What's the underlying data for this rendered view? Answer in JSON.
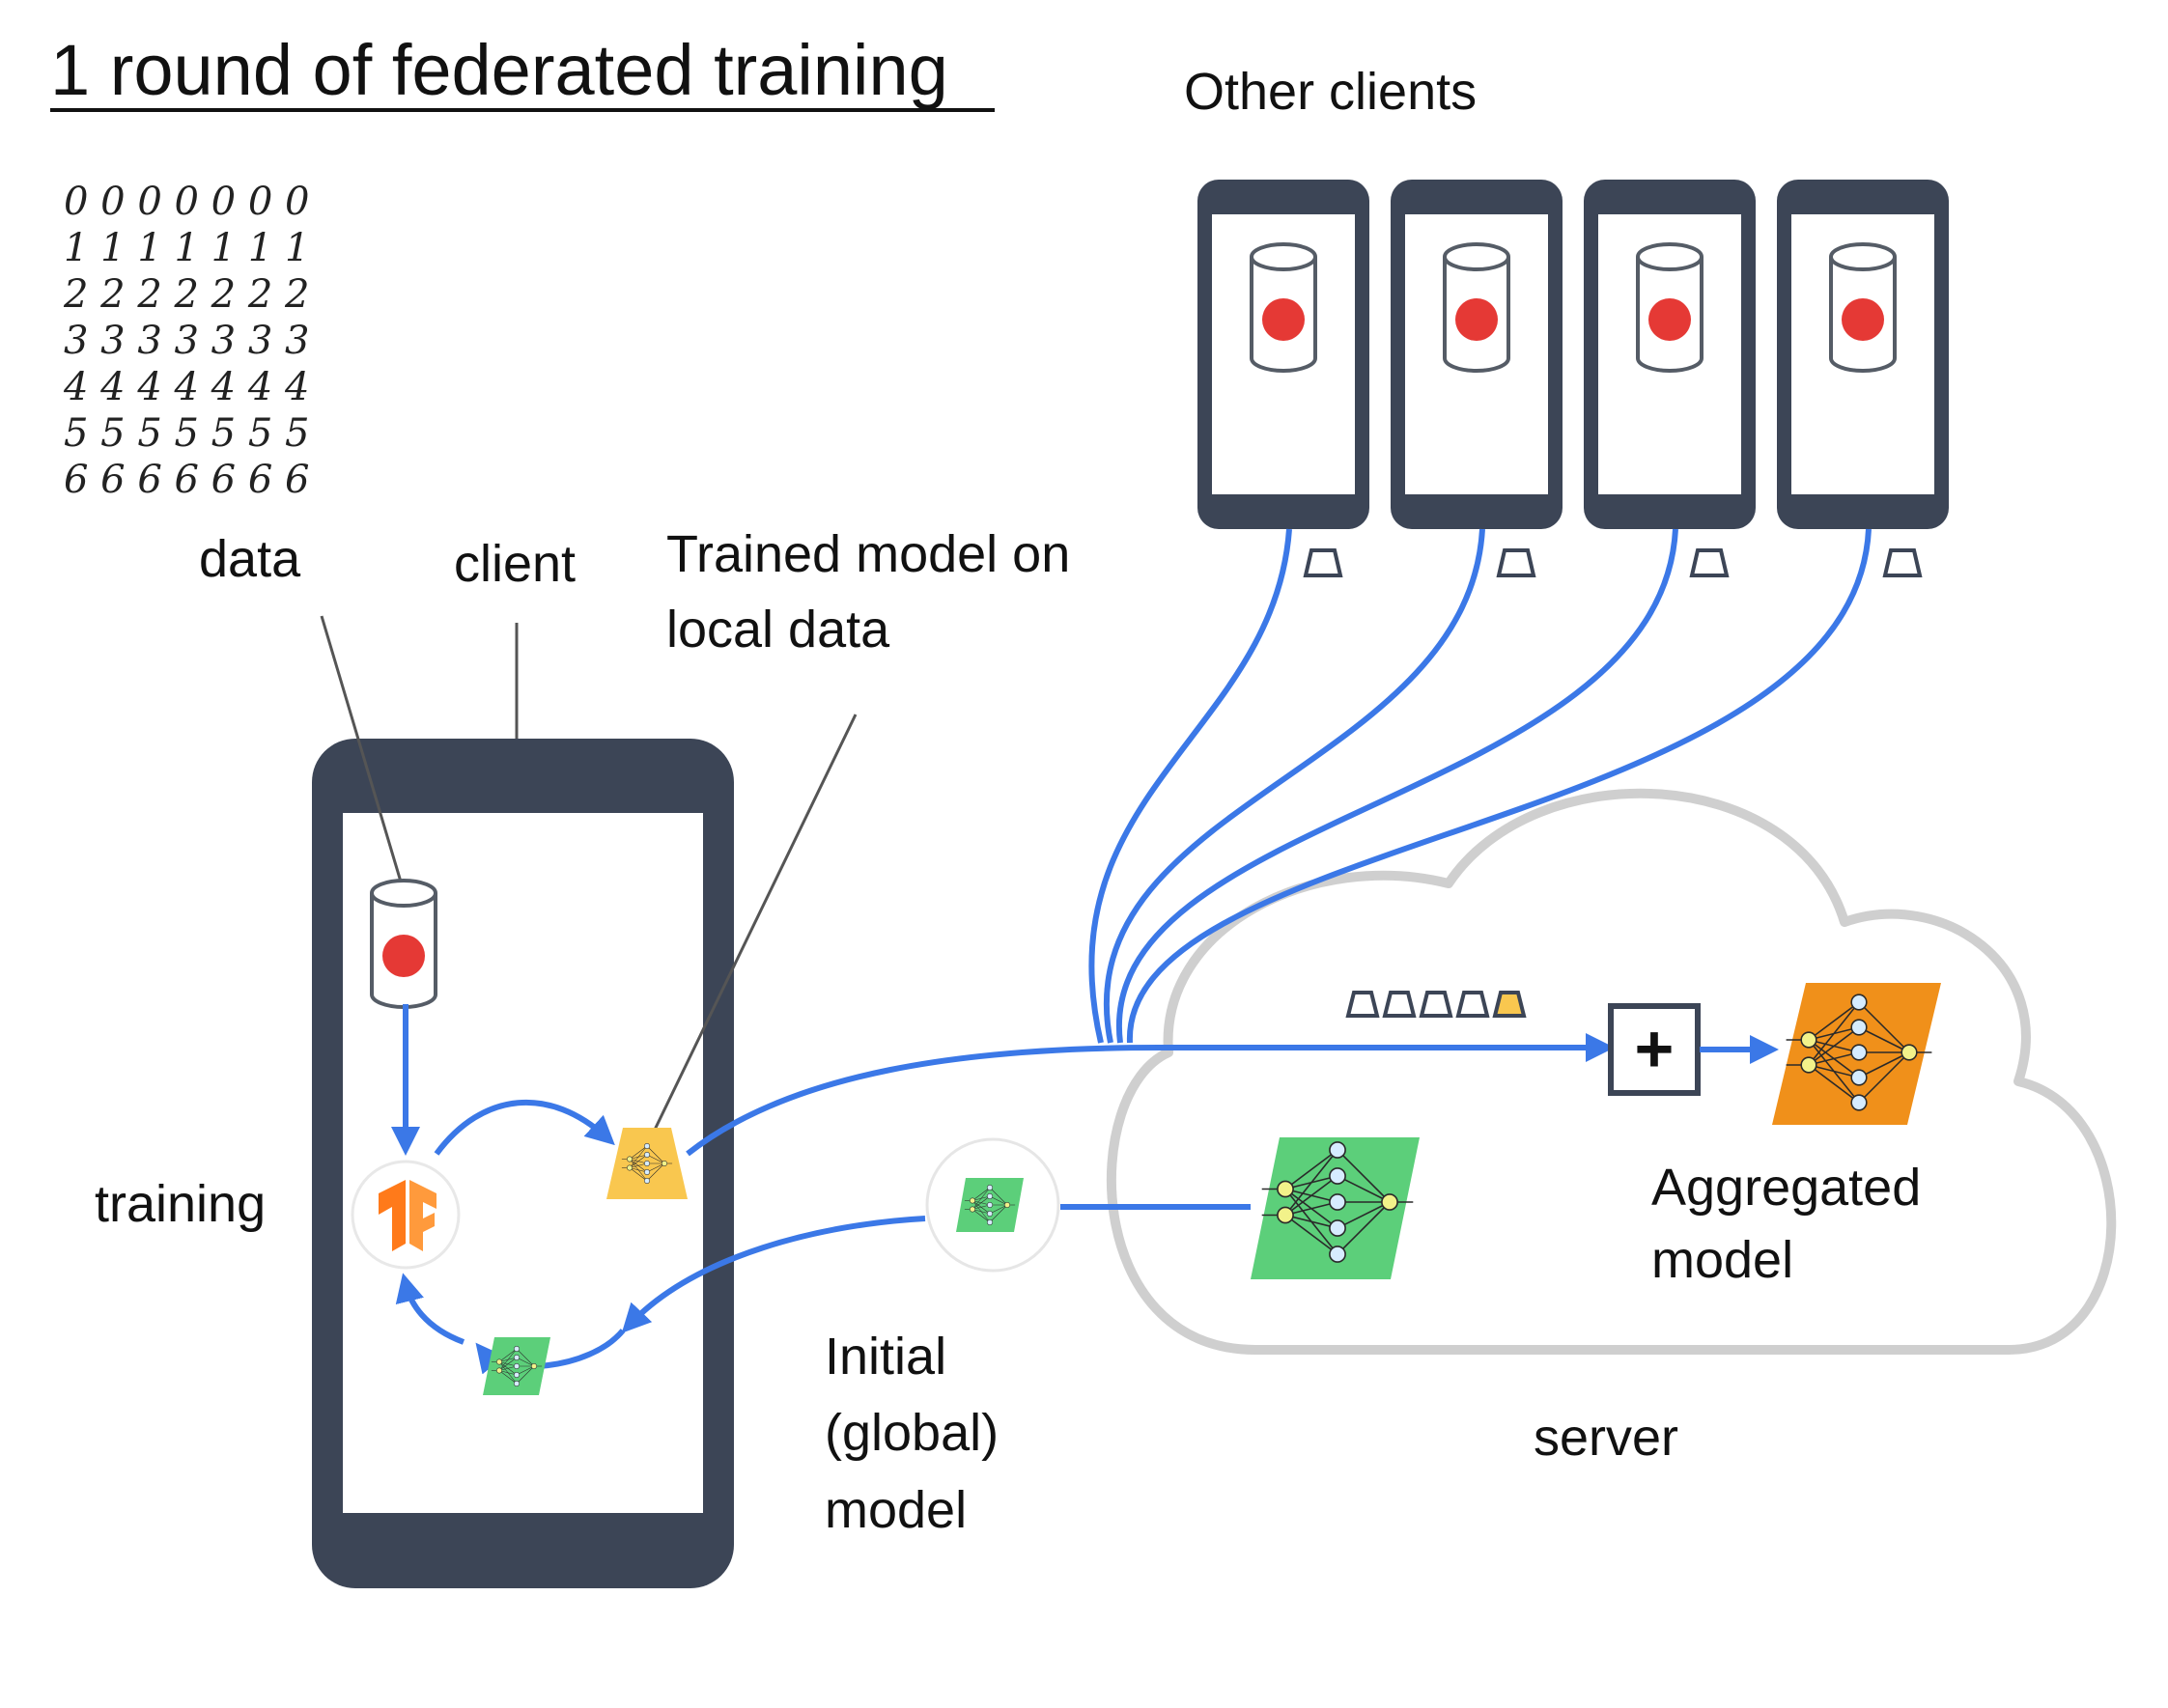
{
  "title": "1 round of federated training",
  "labels": {
    "other_clients": "Other clients",
    "data": "data",
    "client": "client",
    "trained_model": [
      "Trained model on",
      "local data"
    ],
    "training": "training",
    "initial_model": [
      "Initial",
      "(global)",
      "model"
    ],
    "aggregated_model": [
      "Aggregated",
      "model"
    ],
    "server": "server",
    "aggregate_symbol": "+"
  },
  "mnist_rows": [
    "0 0 0 0 0 0 0",
    "1 1 1 1 1 1 1",
    "2 2 2 2 2 2 2",
    "3 3 3 3 3 3 3",
    "4 4 4 4 4 4 4",
    "5 5 5 5 5 5 5",
    "6 6 6 6 6 6 6"
  ],
  "colors": {
    "arrow": "#3b78e7",
    "phone": "#3c4556",
    "record": "#e53935",
    "trained_model": "#f9c74f",
    "initial_model": "#5ccf7a",
    "aggregated_model": "#f0901a",
    "cloud": "#cfcfcf"
  }
}
